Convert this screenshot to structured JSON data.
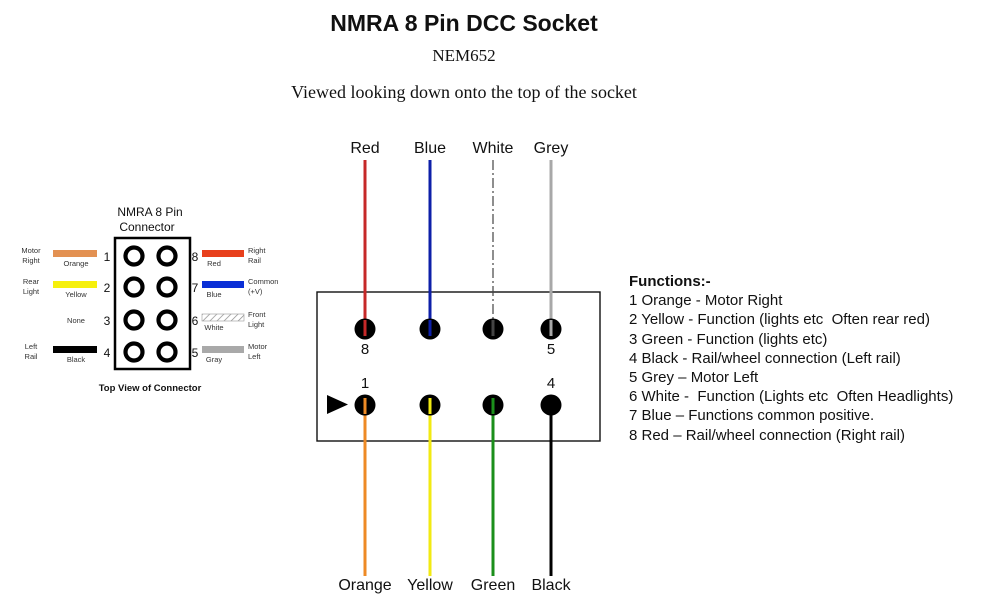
{
  "title": "NMRA 8 Pin DCC Socket",
  "subtitle": "NEM652",
  "caption": "Viewed looking down onto the top of the socket",
  "wire_colors": {
    "red": "#c62828",
    "blue": "#0d1fa8",
    "white": "#444444",
    "grey": "#a8a8a8",
    "orange": "#ee8a25",
    "yellow": "#f2ea12",
    "green": "#1b8f1b",
    "black": "#000000"
  },
  "top_wires": [
    {
      "label": "Red",
      "color_key": "red",
      "pin": "8"
    },
    {
      "label": "Blue",
      "color_key": "blue",
      "pin": ""
    },
    {
      "label": "White",
      "color_key": "white",
      "pin": ""
    },
    {
      "label": "Grey",
      "color_key": "grey",
      "pin": "5"
    }
  ],
  "bottom_wires": [
    {
      "label": "Orange",
      "color_key": "orange",
      "pin": "1"
    },
    {
      "label": "Yellow",
      "color_key": "yellow",
      "pin": ""
    },
    {
      "label": "Green",
      "color_key": "green",
      "pin": ""
    },
    {
      "label": "Black",
      "color_key": "black",
      "pin": "4"
    }
  ],
  "connector": {
    "title_line1": "NMRA 8 Pin",
    "title_line2": "Connector",
    "caption": "Top View of Connector",
    "left_pins": [
      {
        "number": "1",
        "func": [
          "Motor",
          "Right"
        ],
        "color_label": "Orange",
        "swatch": "#e39152"
      },
      {
        "number": "2",
        "func": [
          "Rear",
          "Light"
        ],
        "color_label": "Yellow",
        "swatch": "#f6f00c"
      },
      {
        "number": "3",
        "func": [],
        "color_label": "None",
        "swatch": ""
      },
      {
        "number": "4",
        "func": [
          "Left",
          "Rail"
        ],
        "color_label": "Black",
        "swatch": "#000000"
      }
    ],
    "right_pins": [
      {
        "number": "8",
        "func": [
          "Right",
          "Rail"
        ],
        "color_label": "Red",
        "swatch": "#e8401c"
      },
      {
        "number": "7",
        "func": [
          "Common",
          "(+V)"
        ],
        "color_label": "Blue",
        "swatch": "#0a2fd6"
      },
      {
        "number": "6",
        "func": [
          "Front",
          "Light"
        ],
        "color_label": "White",
        "swatch": "hatch"
      },
      {
        "number": "5",
        "func": [
          "Motor",
          "Left"
        ],
        "color_label": "Gray",
        "swatch": "#a9a9a9"
      }
    ]
  },
  "functions": {
    "heading": "Functions:-",
    "lines": [
      "1 Orange - Motor Right",
      "2 Yellow - Function (lights etc  Often rear red)",
      "3 Green - Function (lights etc)",
      "4 Black - Rail/wheel connection (Left rail)",
      "5 Grey – Motor Left",
      "6 White -  Function (Lights etc  Often Headlights)",
      "7 Blue – Functions common positive.",
      "8 Red – Rail/wheel connection (Right rail)"
    ]
  }
}
